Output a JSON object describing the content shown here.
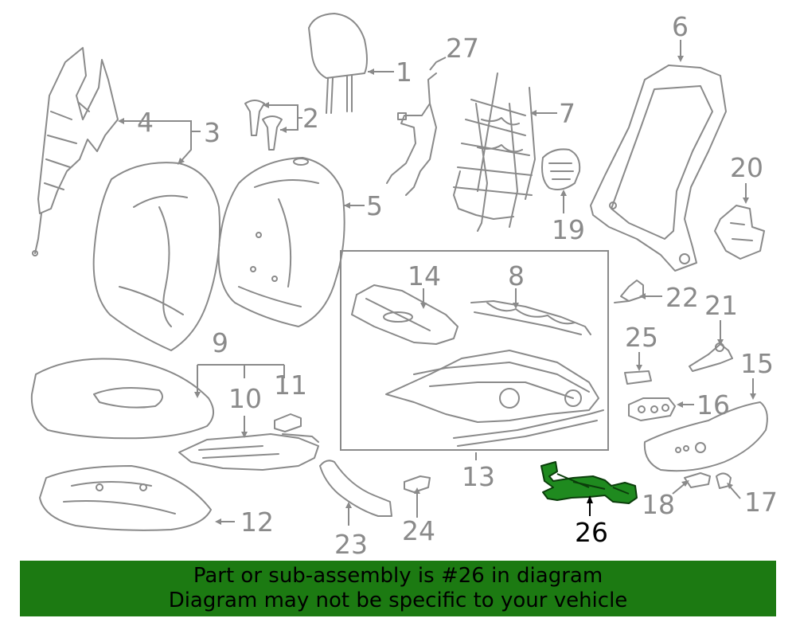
{
  "callouts": {
    "c1": "1",
    "c2": "2",
    "c3": "3",
    "c4": "4",
    "c5": "5",
    "c6": "6",
    "c7": "7",
    "c8": "8",
    "c9": "9",
    "c10": "10",
    "c11": "11",
    "c12": "12",
    "c13": "13",
    "c14": "14",
    "c15": "15",
    "c16": "16",
    "c17": "17",
    "c18": "18",
    "c19": "19",
    "c20": "20",
    "c21": "21",
    "c22": "22",
    "c23": "23",
    "c24": "24",
    "c25": "25",
    "c26": "26",
    "c27": "27"
  },
  "highlighted_part": "26",
  "colors": {
    "line": "#8a8a8a",
    "highlight": "#1f8a1f",
    "banner": "#1c7a12"
  },
  "banner": {
    "line1": "Part or sub-assembly is #26 in diagram",
    "line2": "Diagram may not be specific to your vehicle"
  }
}
